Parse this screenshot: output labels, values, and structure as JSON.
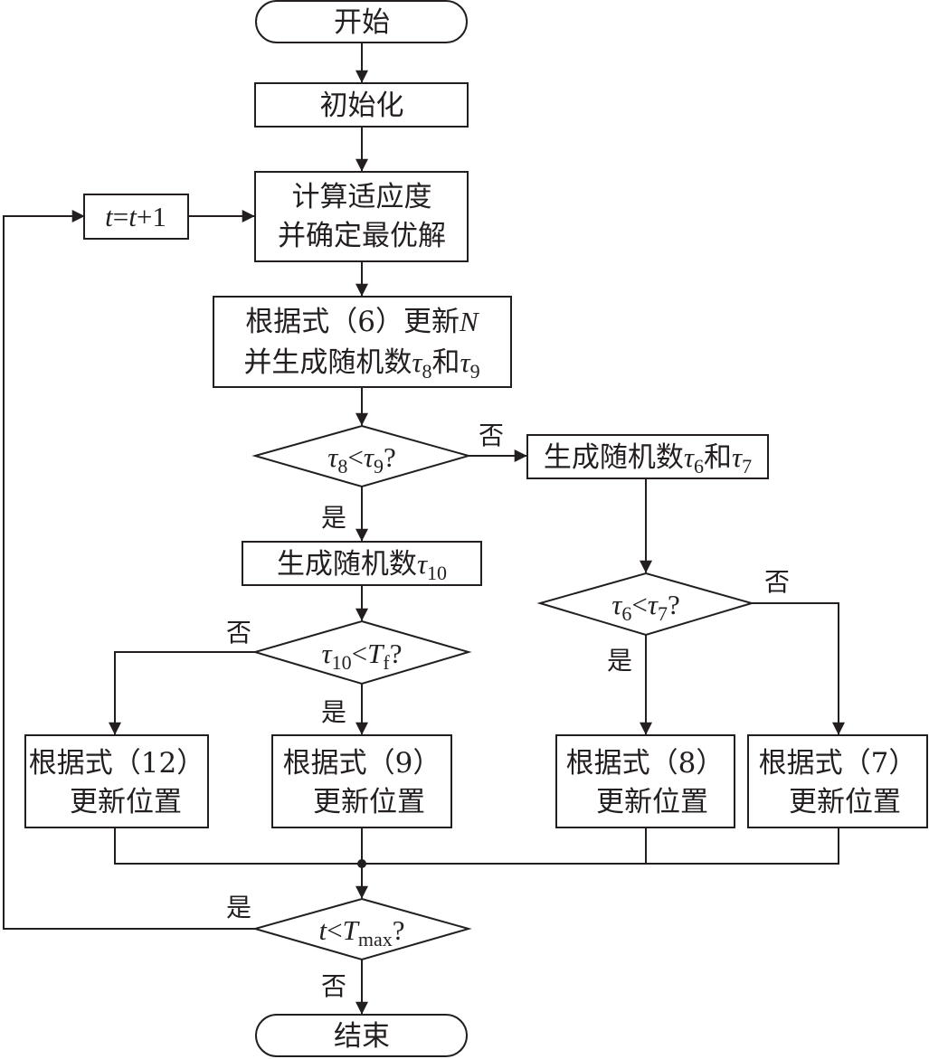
{
  "nodes": {
    "start": "开始",
    "init": "初始化",
    "fitness_line1": "计算适应度",
    "fitness_line2": "并确定最优解",
    "increment": {
      "t1": "t",
      "eq": "=",
      "t2": "t",
      "rest": "+1"
    },
    "updateN": {
      "line1": "根据式（6）更新",
      "var": "N",
      "line2": "并生成随机数",
      "tau": "τ",
      "s1": "8",
      "and": "和",
      "s2": "9"
    },
    "dec_tau8_tau9": {
      "a": "τ",
      "as": "8",
      "op": "<",
      "b": "τ",
      "bs": "9",
      "q": "?"
    },
    "rand_tau6_tau7": {
      "text": "生成随机数",
      "tau": "τ",
      "s1": "6",
      "and": "和",
      "s2": "7"
    },
    "rand_tau10": {
      "text": "生成随机数",
      "tau": "τ",
      "s1": "10"
    },
    "dec_tau10_Tf": {
      "a": "τ",
      "as": "10",
      "op": "<",
      "b": "T",
      "bs": "f",
      "q": "?"
    },
    "dec_tau6_tau7": {
      "a": "τ",
      "as": "6",
      "op": "<",
      "b": "τ",
      "bs": "7",
      "q": "?"
    },
    "update12": {
      "line1": "根据式（12）",
      "line2": "更新位置"
    },
    "update9": {
      "line1": "根据式（9）",
      "line2": "更新位置"
    },
    "update8": {
      "line1": "根据式（8）",
      "line2": "更新位置"
    },
    "update7": {
      "line1": "根据式（7）",
      "line2": "更新位置"
    },
    "dec_t_Tmax": {
      "a": "t",
      "op": "<",
      "b": "T",
      "bs": "max",
      "q": "?"
    },
    "end": "结束"
  },
  "edge_labels": {
    "no_tau8": "否",
    "yes_tau8": "是",
    "no_tau10": "否",
    "yes_tau10": "是",
    "no_tau6": "否",
    "yes_tau6": "是",
    "yes_tmax": "是",
    "no_tmax": "否"
  }
}
